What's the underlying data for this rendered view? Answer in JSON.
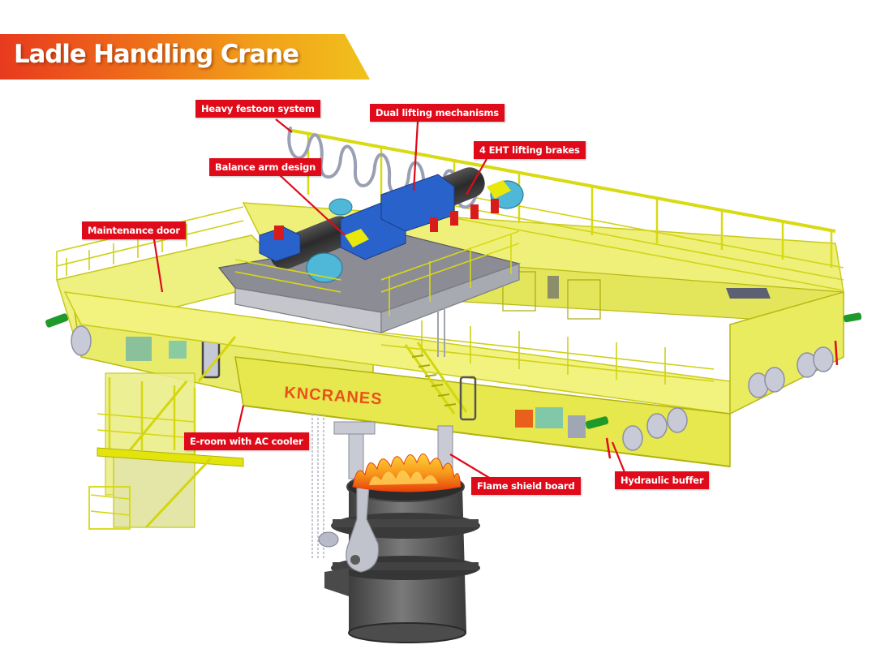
{
  "header": {
    "title": "Ladle Handling Crane",
    "banner_gradient": [
      "#e83a1e",
      "#f0c21c"
    ]
  },
  "diagram": {
    "subject": "Ladle handling overhead crane (3D cutaway illustration)",
    "brand_marking": "KNCRANES",
    "colors": {
      "structure": "#e6e81e",
      "structure_dark": "#b8ba10",
      "callout": "#e00b1a",
      "motor": "#3aa0c8",
      "gearbox": "#2460c8",
      "drum": "#3a3a3a",
      "brake": "#d81c1c",
      "ladle": "#5a5a5a",
      "flame": "#f57a10"
    },
    "callouts": [
      {
        "id": "festoon",
        "label": "Heavy festoon system"
      },
      {
        "id": "dual-lifting",
        "label": "Dual lifting mechanisms"
      },
      {
        "id": "eht-brakes",
        "label": "4 EHT lifting brakes"
      },
      {
        "id": "balance-arm",
        "label": "Balance arm design"
      },
      {
        "id": "maintenance-door",
        "label": "Maintenance door"
      },
      {
        "id": "e-room",
        "label": "E-room with AC cooler"
      },
      {
        "id": "flame-shield",
        "label": "Flame shield board"
      },
      {
        "id": "hydraulic-buffer",
        "label": "Hydraulic buffer"
      }
    ]
  }
}
